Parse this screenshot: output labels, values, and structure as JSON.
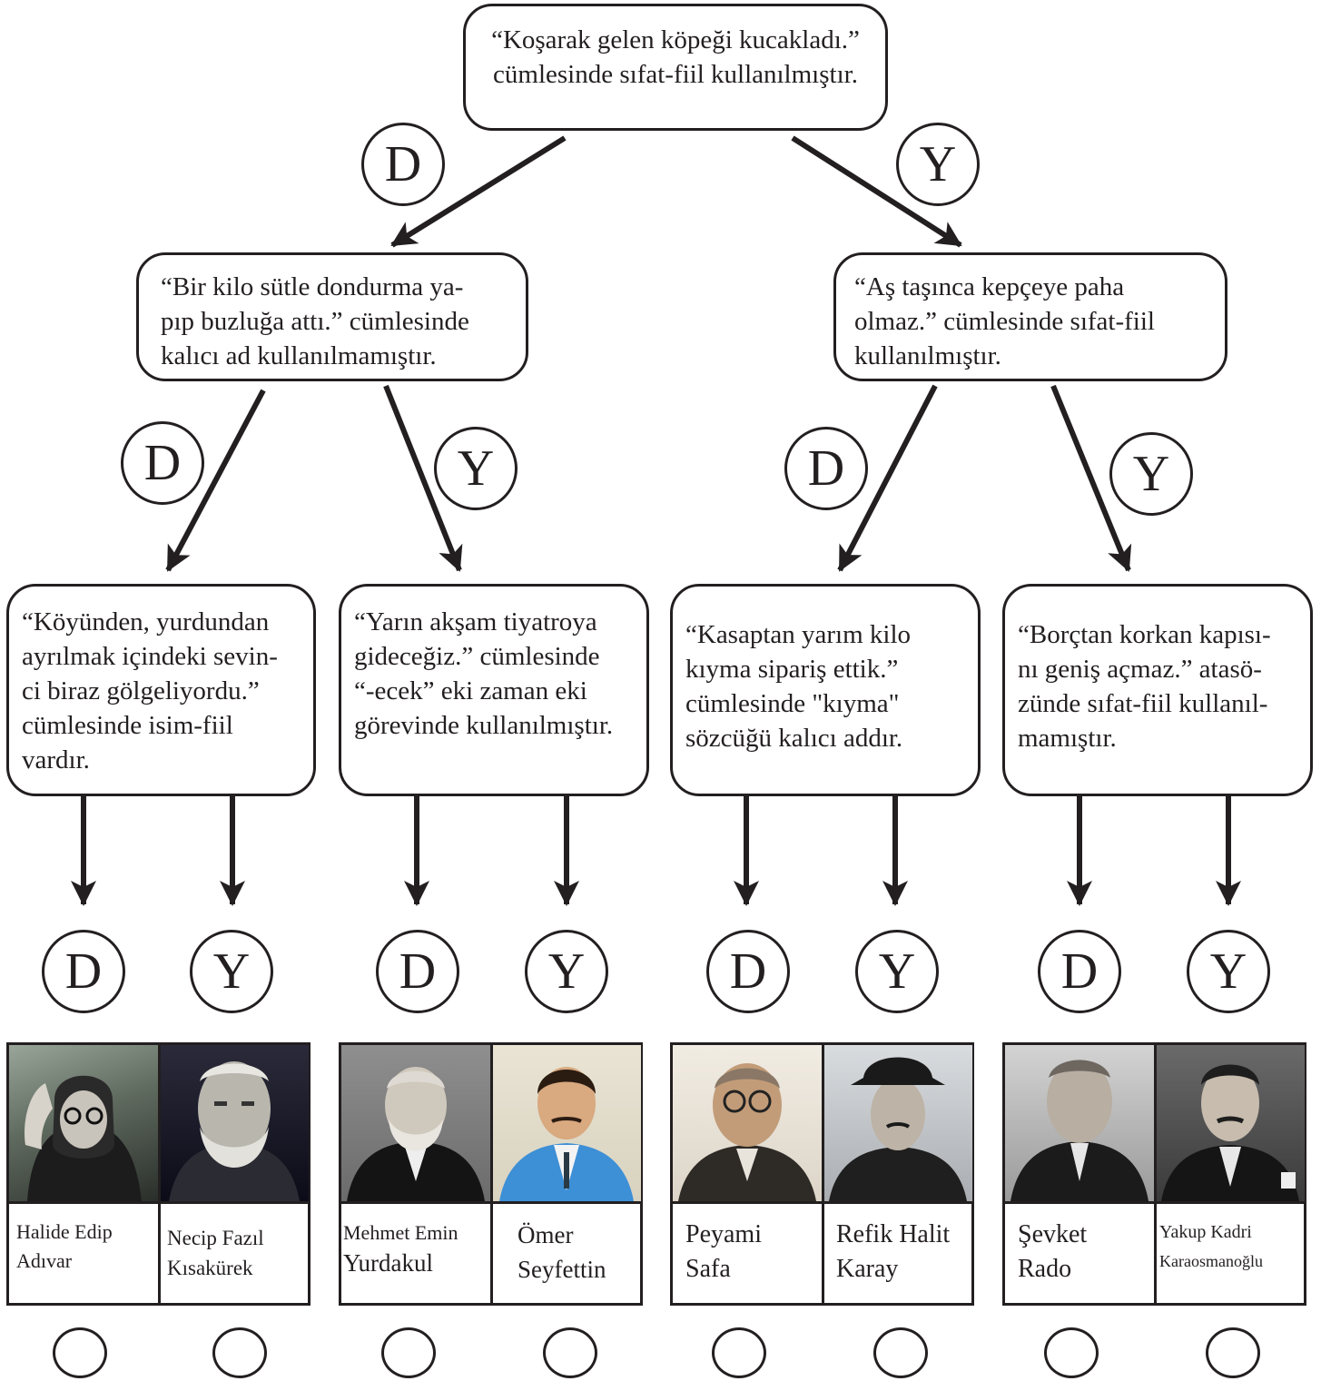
{
  "tree": {
    "root": {
      "lines": [
        "“Koşarak gelen köpeği kucakladı.”",
        "cümlesinde sıfat-fiil kullanılmıştır."
      ]
    },
    "level1": [
      {
        "lines": [
          "“Bir kilo sütle dondurma ya-",
          "pıp buzluğa attı.” cümlesinde",
          "kalıcı ad kullanılmamıştır."
        ]
      },
      {
        "lines": [
          "“Aş taşınca kepçeye paha",
          "olmaz.” cümlesinde sıfat-fiil",
          "kullanılmıştır."
        ]
      }
    ],
    "level2": [
      {
        "lines": [
          "“Köyünden, yurdundan",
          "ayrılmak içindeki sevin-",
          "ci biraz gölgeliyordu.”",
          "cümlesinde isim-fiil",
          "vardır."
        ]
      },
      {
        "lines": [
          "“Yarın akşam tiyatroya",
          "gideceğiz.” cümlesinde",
          "“-ecek” eki zaman eki",
          "görevinde kullanılmıştır."
        ]
      },
      {
        "lines": [
          "“Kasaptan yarım kilo",
          "kıyma sipariş ettik.”",
          "cümlesinde \"kıyma\"",
          "sözcüğü kalıcı addır."
        ]
      },
      {
        "lines": [
          "“Borçtan korkan kapısı-",
          "nı geniş açmaz.” atasö-",
          "zünde sıfat-fiil kullanıl-",
          "mamıştır."
        ]
      }
    ]
  },
  "branch_labels": {
    "true": "D",
    "false": "Y"
  },
  "authors": [
    {
      "name_lines": [
        "Halide Edip",
        "Adıvar"
      ]
    },
    {
      "name_lines": [
        "Necip Fazıl",
        "Kısakürek"
      ]
    },
    {
      "name_lines": [
        "Mehmet Emin",
        "Yurdakul"
      ]
    },
    {
      "name_lines": [
        "Ömer",
        "Seyfettin"
      ]
    },
    {
      "name_lines": [
        "Peyami",
        "Safa"
      ]
    },
    {
      "name_lines": [
        "Refik Halit",
        "Karay"
      ]
    },
    {
      "name_lines": [
        "Şevket",
        "Rado"
      ]
    },
    {
      "name_lines": [
        "Yakup Kadri",
        "Karaosmanoğlu"
      ]
    }
  ],
  "colors": {
    "ink": "#231f20",
    "background": "#ffffff"
  }
}
